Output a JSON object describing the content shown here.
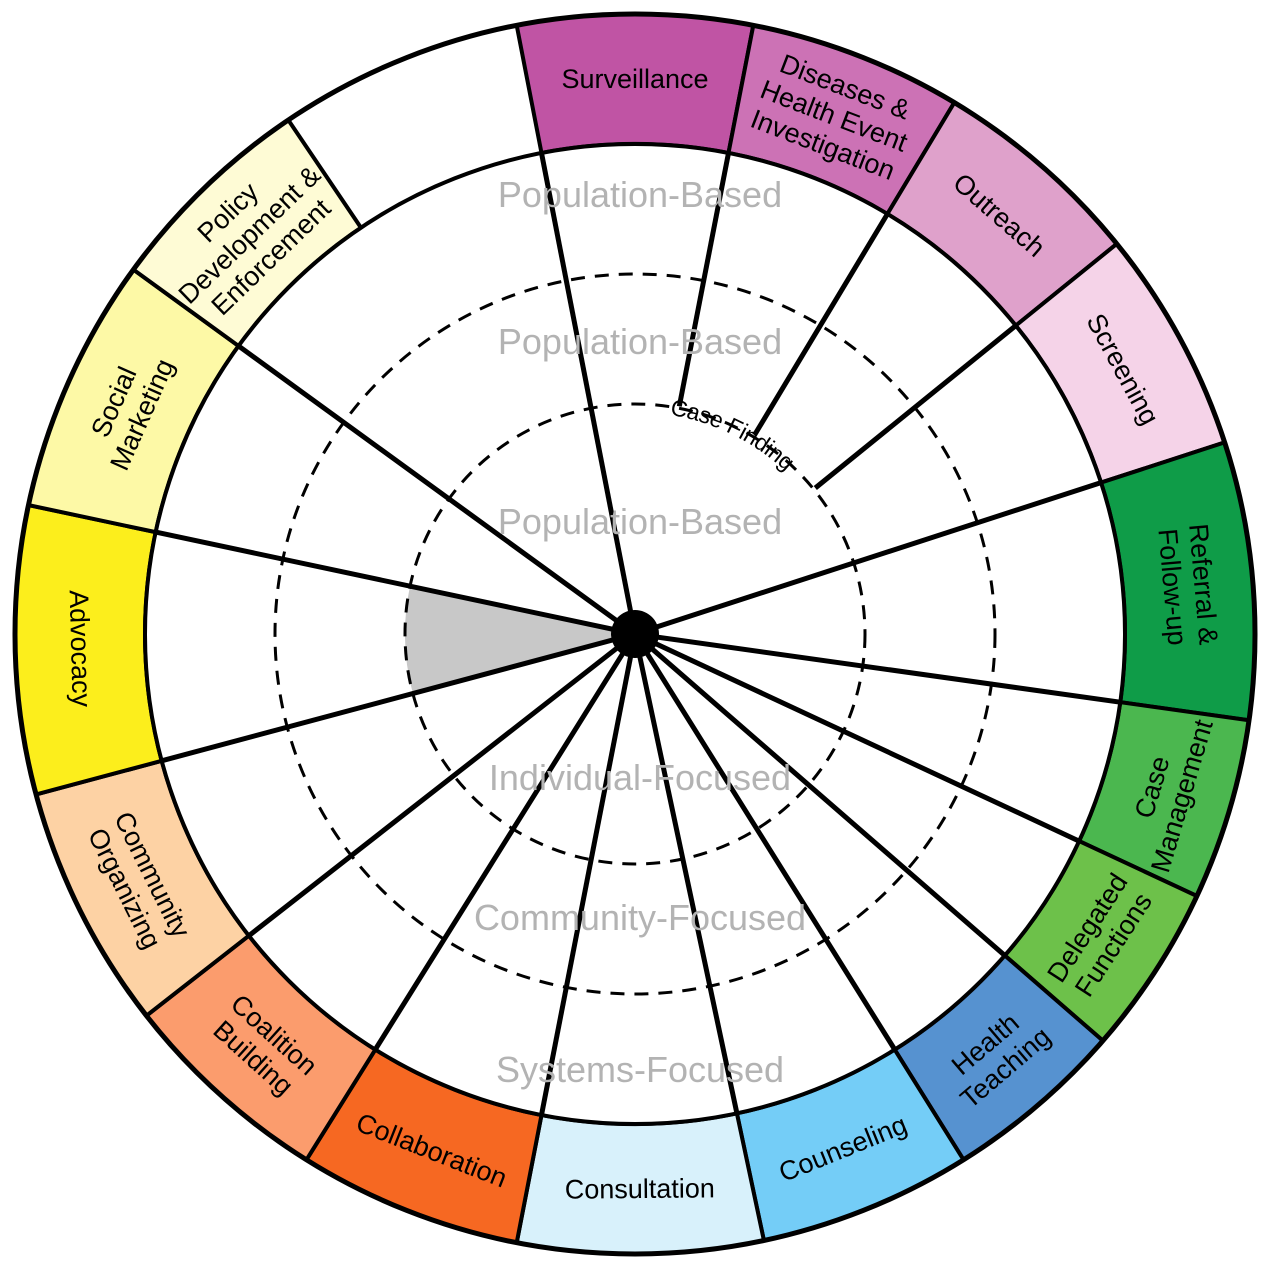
{
  "diagram": {
    "interventions": [
      {
        "id": "surveillance",
        "lines": [
          "Surveillance"
        ],
        "color": "#c054a4"
      },
      {
        "id": "disease-investigation",
        "lines": [
          "Diseases &",
          "Health Event",
          "Investigation"
        ],
        "color": "#cc72b5"
      },
      {
        "id": "outreach",
        "lines": [
          "Outreach"
        ],
        "color": "#dfa1cb"
      },
      {
        "id": "screening",
        "lines": [
          "Screening"
        ],
        "color": "#f5d3e8"
      },
      {
        "id": "referral-follow-up",
        "lines": [
          "Referral &",
          "Follow-up"
        ],
        "color": "#0f9c48"
      },
      {
        "id": "case-management",
        "lines": [
          "Case",
          "Management"
        ],
        "color": "#4bb74f"
      },
      {
        "id": "delegated-functions",
        "lines": [
          "Delegated",
          "Functions"
        ],
        "color": "#6dc14a"
      },
      {
        "id": "health-teaching",
        "lines": [
          "Health",
          "Teaching"
        ],
        "color": "#5692d0"
      },
      {
        "id": "counseling",
        "lines": [
          "Counseling"
        ],
        "color": "#74cdf7"
      },
      {
        "id": "consultation",
        "lines": [
          "Consultation"
        ],
        "color": "#d8f1fb"
      },
      {
        "id": "collaboration",
        "lines": [
          "Collaboration"
        ],
        "color": "#f66822"
      },
      {
        "id": "coalition-building",
        "lines": [
          "Coalition",
          "Building"
        ],
        "color": "#fb9c6d"
      },
      {
        "id": "community-organizing",
        "lines": [
          "Community",
          "Organizing"
        ],
        "color": "#fdd2a4"
      },
      {
        "id": "advocacy",
        "lines": [
          "Advocacy"
        ],
        "color": "#fcee1c"
      },
      {
        "id": "social-marketing",
        "lines": [
          "Social",
          "Marketing"
        ],
        "color": "#fdf9a6"
      },
      {
        "id": "policy-development",
        "lines": [
          "Policy",
          "Development &",
          "Enforcement"
        ],
        "color": "#fefbd5"
      }
    ],
    "level_labels": {
      "population_outer": "Population-Based",
      "population_middle": "Population-Based",
      "population_inner": "Population-Based",
      "individual": "Individual-Focused",
      "community": "Community-Focused",
      "systems": "Systems-Focused"
    },
    "case_finding_label": "Case Finding",
    "colors": {
      "ring_border": "#000000",
      "level_text": "#b3b3b3",
      "highlight_wedge": "#c8c8c8",
      "background": "#ffffff"
    }
  }
}
